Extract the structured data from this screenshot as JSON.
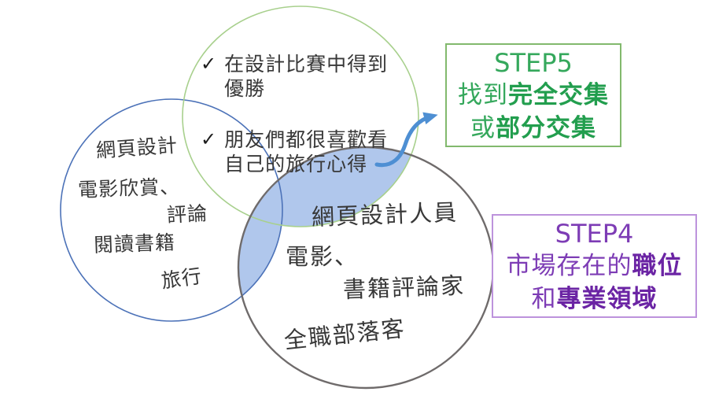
{
  "slide": {
    "green_circle_items": [
      {
        "check": "✓",
        "line1": "在設計比賽中得到",
        "line2": "優勝"
      },
      {
        "check": "✓",
        "line1": "朋友們都很喜歡看",
        "line2": "自己的旅行心得"
      }
    ],
    "blue_circle_items": [
      "網頁設計",
      "電影欣賞、",
      "評論",
      "閱讀書籍",
      "旅行"
    ],
    "gray_circle_items": [
      "網頁設計人員",
      "電影、",
      "書籍評論家",
      "全職部落客"
    ],
    "step5_box": {
      "title": "STEP5",
      "line2_prefix": "找到",
      "line2_bold": "完全交集",
      "line3_prefix": "或",
      "line3_bold": "部分交集"
    },
    "step4_box": {
      "title": "STEP4",
      "line2_prefix": "市場存在的",
      "line2_bold": "職位",
      "line3_prefix": "和",
      "line3_bold": "專業領域"
    },
    "colors": {
      "green_circle_stroke": "#A8D08D",
      "blue_circle_stroke": "#4C72B8",
      "gray_circle_stroke": "#6F6B6B",
      "intersection_fill": "#B0C7EC",
      "arrow_blue": "#4E8FD3",
      "step5_border": "#82B96D",
      "step5_text": "#35A85C",
      "step5_text_bold": "#229E4E",
      "step4_border": "#BD93DC",
      "step4_text": "#7D3CB5",
      "step4_text_bold": "#6B24A4",
      "label_text": "#383838"
    }
  }
}
